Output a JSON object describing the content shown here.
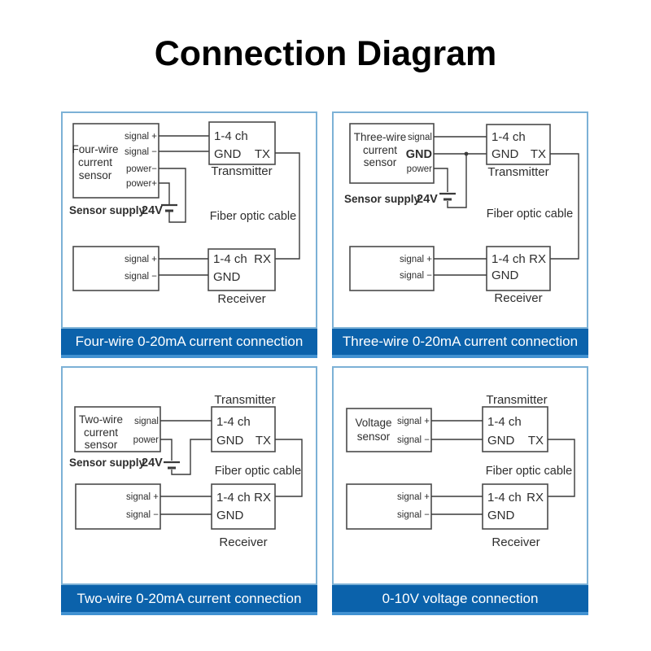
{
  "title": "Connection Diagram",
  "colors": {
    "caption_bg": "#0b62ab",
    "caption_edge": "#4292d2",
    "caption_text": "#ffffff",
    "panel_border": "#7cb1d6",
    "box_border": "#4a4a4a",
    "wire": "#3a3a3a",
    "text": "#2e2e2e",
    "title_text": "#000000"
  },
  "shared": {
    "transmitter": "Transmitter",
    "receiver": "Receiver",
    "channels": "1-4 ch",
    "gnd": "GND",
    "tx": "TX",
    "rx": "RX",
    "fiber": "Fiber optic cable",
    "supply": "Sensor supply",
    "supply_voltage": "24V",
    "sig_plus": "signal +",
    "sig_minus": "signal −"
  },
  "panels": {
    "four_wire": {
      "caption": "Four-wire 0-20mA current connection",
      "sensor": [
        "Four-wire",
        "current",
        "sensor"
      ],
      "pins": [
        "signal +",
        "signal −",
        "power−",
        "power+"
      ]
    },
    "three_wire": {
      "caption": "Three-wire 0-20mA current connection",
      "sensor": [
        "Three-wire",
        "current",
        "sensor"
      ],
      "pins": [
        "signal",
        "GND",
        "power"
      ]
    },
    "two_wire": {
      "caption": "Two-wire 0-20mA current connection",
      "sensor": [
        "Two-wire",
        "current",
        "sensor"
      ],
      "pins": [
        "signal",
        "power"
      ]
    },
    "voltage": {
      "caption": "0-10V voltage connection",
      "sensor": [
        "Voltage",
        "sensor"
      ],
      "pins": [
        "signal +",
        "signal −"
      ]
    }
  }
}
